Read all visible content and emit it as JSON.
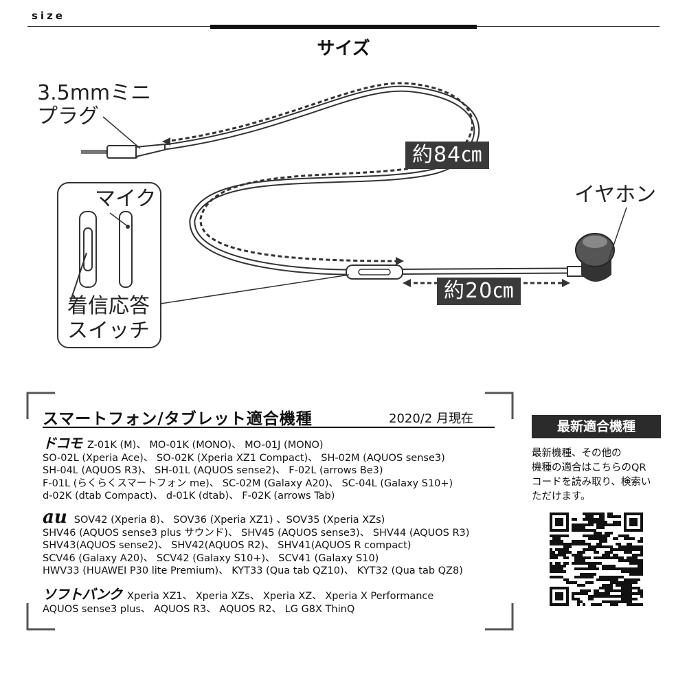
{
  "header": {
    "size_label": "size",
    "title": "サイズ"
  },
  "diagram": {
    "plug_label_1": "3.5mmミニ",
    "plug_label_2": "プラグ",
    "length_main": "約84㎝",
    "earphone_label": "イヤホン",
    "mic_label": "マイク",
    "length_branch": "約20㎝",
    "switch_label_1": "着信応答",
    "switch_label_2": "スイッチ"
  },
  "compat": {
    "title": "スマートフォン/タブレット適合機種",
    "date": "2020/2 月現在",
    "docomo": {
      "brand": "ドコモ",
      "lines": [
        "Z-01K (M)、 MO-01K (MONO)、 MO-01J (MONO)",
        "SO-02L (Xperia Ace)、 SO-02K (Xperia XZ1 Compact)、 SH-02M (AQUOS sense3)",
        "SH-04L (AQUOS R3)、 SH-01L (AQUOS sense2)、 F-02L (arrows Be3)",
        "F-01L (らくらくスマートフォン me)、 SC-02M (Galaxy A20)、 SC-04L (Galaxy S10+)",
        "d-02K (dtab Compact)、 d-01K (dtab)、 F-02K (arrows Tab)"
      ]
    },
    "au": {
      "brand": "au",
      "lines": [
        "SOV42 (Xperia 8)、 SOV36 (Xperia XZ1) 、SOV35 (Xperia XZs)",
        "SHV46 (AQUOS sense3 plus サウンド)、 SHV45 (AQUOS sense3)、 SHV44 (AQUOS R3)",
        "SHV43(AQUOS sense2)、 SHV42(AQUOS R2)、 SHV41(AQUOS R compact)",
        "SCV46 (Galaxy A20)、 SCV42 (Galaxy S10+)、 SCV41 (Galaxy S10)",
        "HWV33 (HUAWEI P30 lite Premium)、 KYT33 (Qua tab QZ10)、 KYT32 (Qua tab QZ8)"
      ]
    },
    "softbank": {
      "brand": "ソフトバンク",
      "lines": [
        "Xperia XZ1、 Xperia XZs、 Xperia XZ、 Xperia X Performance",
        "AQUOS sense3 plus、 AQUOS R3、 AQUOS R2、 LG G8X ThinQ"
      ]
    }
  },
  "latest": {
    "title": "最新適合機種",
    "body_lines": [
      "最新機種、その他の",
      "機種の適合はこちらのQR",
      "コードを読み取り、検索い",
      "ただけます。"
    ],
    "qr_icon": "qr-code-icon"
  }
}
